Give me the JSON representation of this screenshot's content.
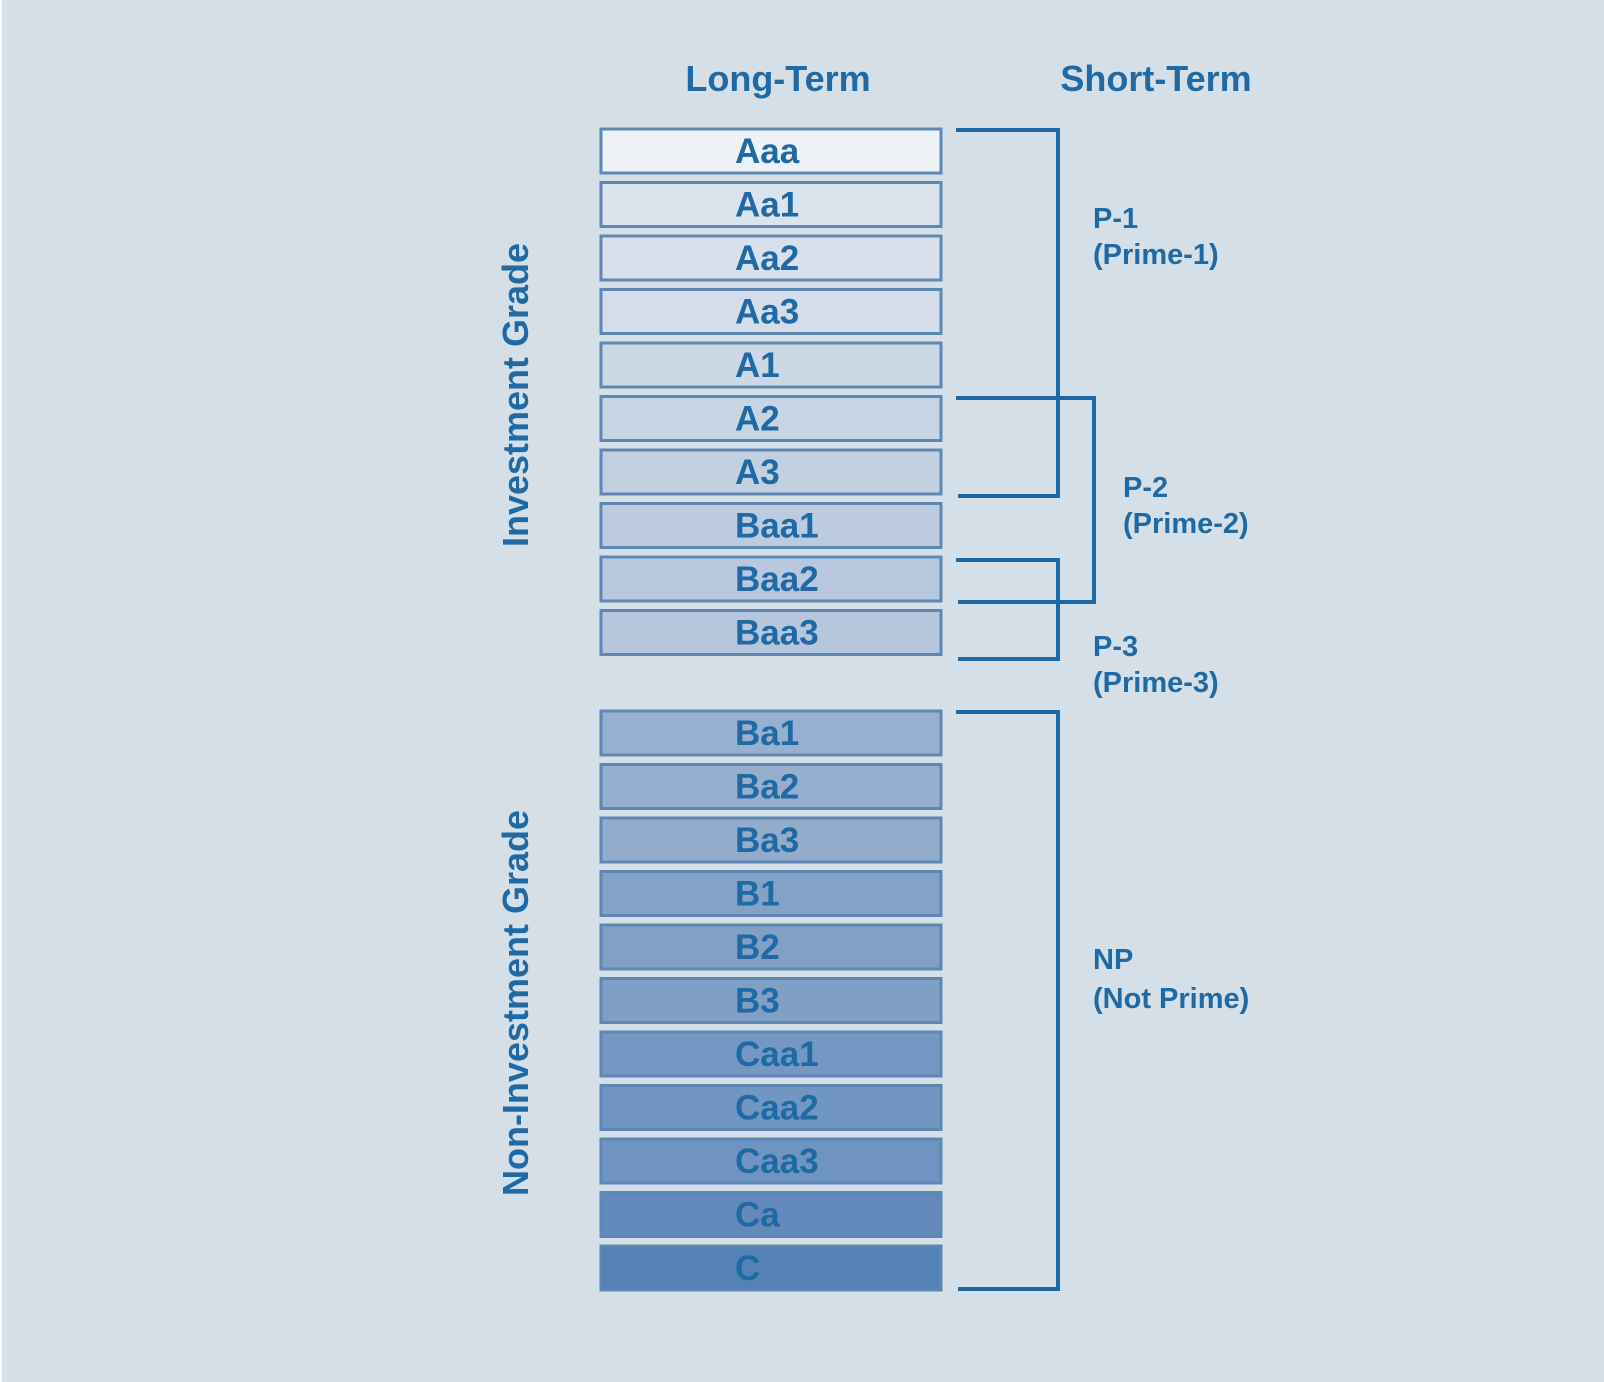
{
  "headers": {
    "long_term": "Long-Term",
    "short_term": "Short-Term"
  },
  "group_labels": {
    "investment": "Investment Grade",
    "non_investment": "Non-Investment Grade"
  },
  "long_term_ratings": [
    {
      "label": "Aaa",
      "fill": "#eef2f7"
    },
    {
      "label": "Aa1",
      "fill": "#dbe3ec"
    },
    {
      "label": "Aa2",
      "fill": "#d8e1eb"
    },
    {
      "label": "Aa3",
      "fill": "#d4dde9"
    },
    {
      "label": "A1",
      "fill": "#cdd8e6"
    },
    {
      "label": "A2",
      "fill": "#c7d4e4"
    },
    {
      "label": "A3",
      "fill": "#c3d0e2"
    },
    {
      "label": "Baa1",
      "fill": "#bccbe0"
    },
    {
      "label": "Baa2",
      "fill": "#b8c8de"
    },
    {
      "label": "Baa3",
      "fill": "#b5c6dd"
    },
    {
      "label": "Ba1",
      "fill": "#98b0cf"
    },
    {
      "label": "Ba2",
      "fill": "#97afce"
    },
    {
      "label": "Ba3",
      "fill": "#93accc"
    },
    {
      "label": "B1",
      "fill": "#84a2c7"
    },
    {
      "label": "B2",
      "fill": "#82a0c6"
    },
    {
      "label": "B3",
      "fill": "#809fc5"
    },
    {
      "label": "Caa1",
      "fill": "#7498c3"
    },
    {
      "label": "Caa2",
      "fill": "#7196c2"
    },
    {
      "label": "Caa3",
      "fill": "#6f94c1"
    },
    {
      "label": "Ca",
      "fill": "#6389bb"
    },
    {
      "label": "C",
      "fill": "#5482b6"
    }
  ],
  "short_term": {
    "p1": {
      "code": "P-1",
      "name": "(Prime-1)"
    },
    "p2": {
      "code": "P-2",
      "name": "(Prime-2)"
    },
    "p3": {
      "code": "P-3",
      "name": "(Prime-3)"
    },
    "np": {
      "code": "NP",
      "name": "(Not Prime)"
    }
  },
  "colors": {
    "background": "#d4dfe8",
    "text": "#1f6aa5",
    "box_border": "#5f87b4",
    "bracket": "#1a68a6"
  }
}
